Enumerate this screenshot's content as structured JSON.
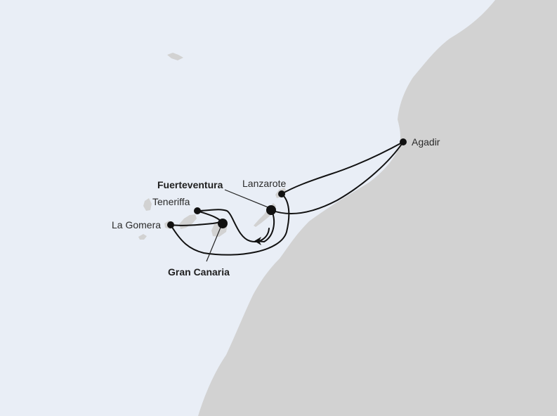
{
  "map": {
    "colors": {
      "sea": "#e9eef6",
      "land": "#d2d2d2",
      "route": "#111111",
      "port": "#111111"
    },
    "ports": [
      {
        "id": "agadir",
        "label": "Agadir",
        "emphasis": false
      },
      {
        "id": "lanzarote",
        "label": "Lanzarote",
        "emphasis": false
      },
      {
        "id": "fuerteventura",
        "label": "Fuerteventura",
        "emphasis": true
      },
      {
        "id": "teneriffa",
        "label": "Teneriffa",
        "emphasis": false
      },
      {
        "id": "la-gomera",
        "label": "La Gomera",
        "emphasis": false
      },
      {
        "id": "gran-canaria",
        "label": "Gran Canaria",
        "emphasis": true
      }
    ]
  }
}
